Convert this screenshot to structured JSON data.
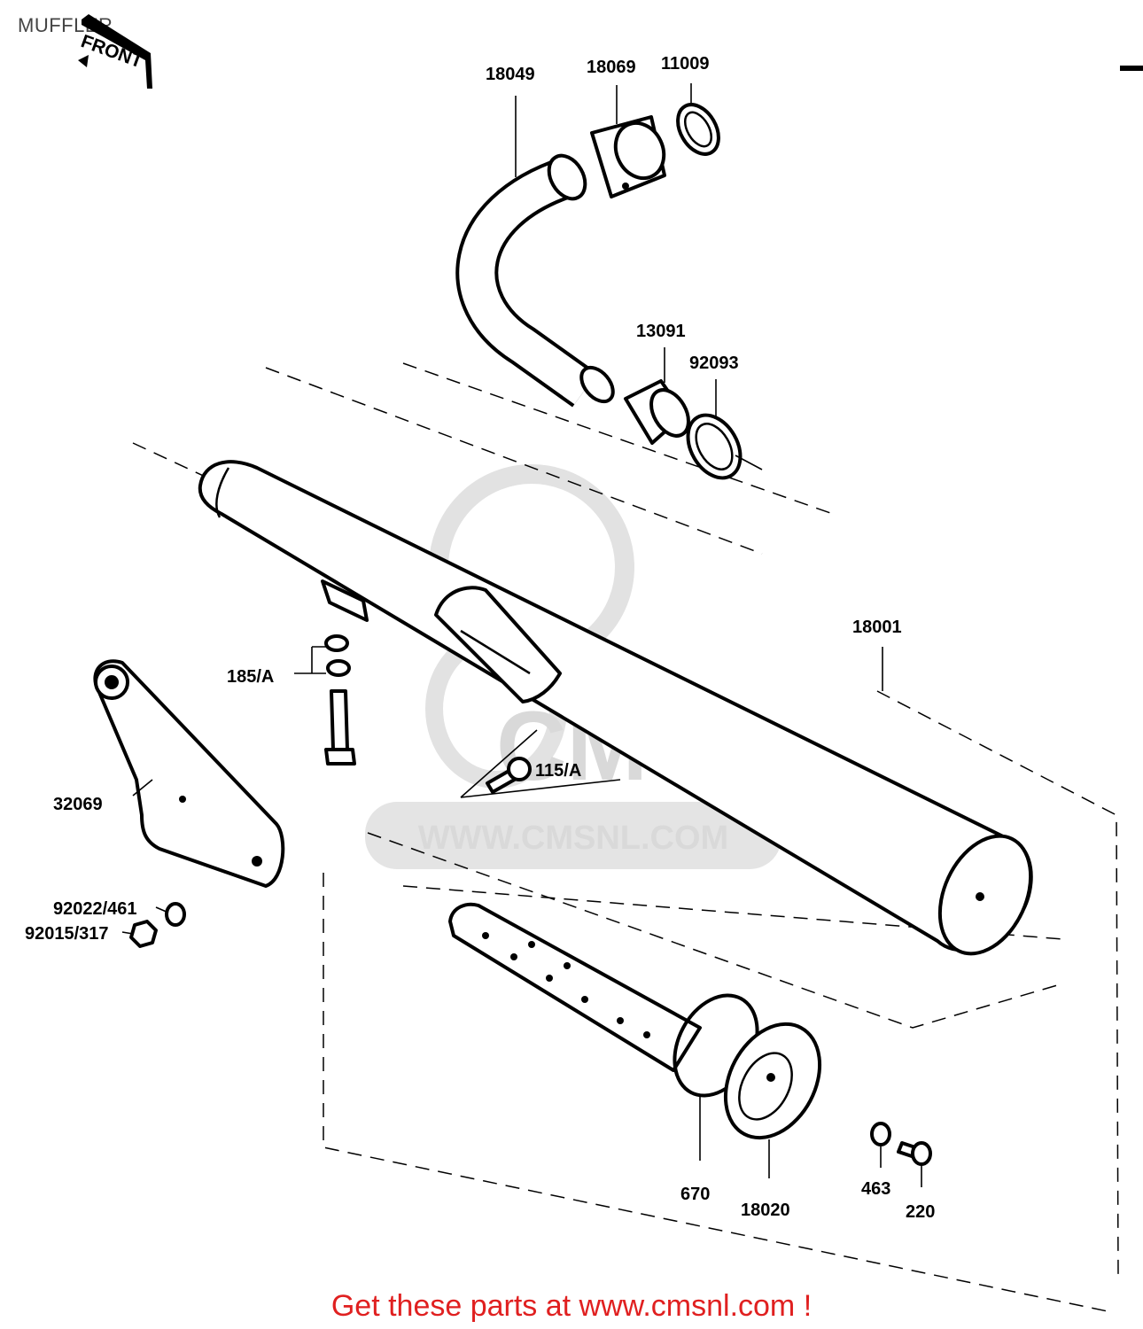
{
  "header": {
    "title": "MUFFLER"
  },
  "front_indicator": {
    "text": "FRONT"
  },
  "watermark": {
    "brand": "CMS",
    "url": "WWW.CMSNL.COM"
  },
  "footer": {
    "link_text": "Get these parts at www.cmsnl.com !"
  },
  "parts": {
    "p18049": "18049",
    "p18069": "18069",
    "p11009": "11009",
    "p13091": "13091",
    "p92093": "92093",
    "p18001": "18001",
    "p185a": "185/A",
    "p115a": "115/A",
    "p32069": "32069",
    "p92022": "92022/461",
    "p92015": "92015/317",
    "p670": "670",
    "p18020": "18020",
    "p463": "463",
    "p220": "220"
  },
  "colors": {
    "footer_text": "#e02020",
    "watermark": "#d9d9d9",
    "line_art": "#000000"
  }
}
